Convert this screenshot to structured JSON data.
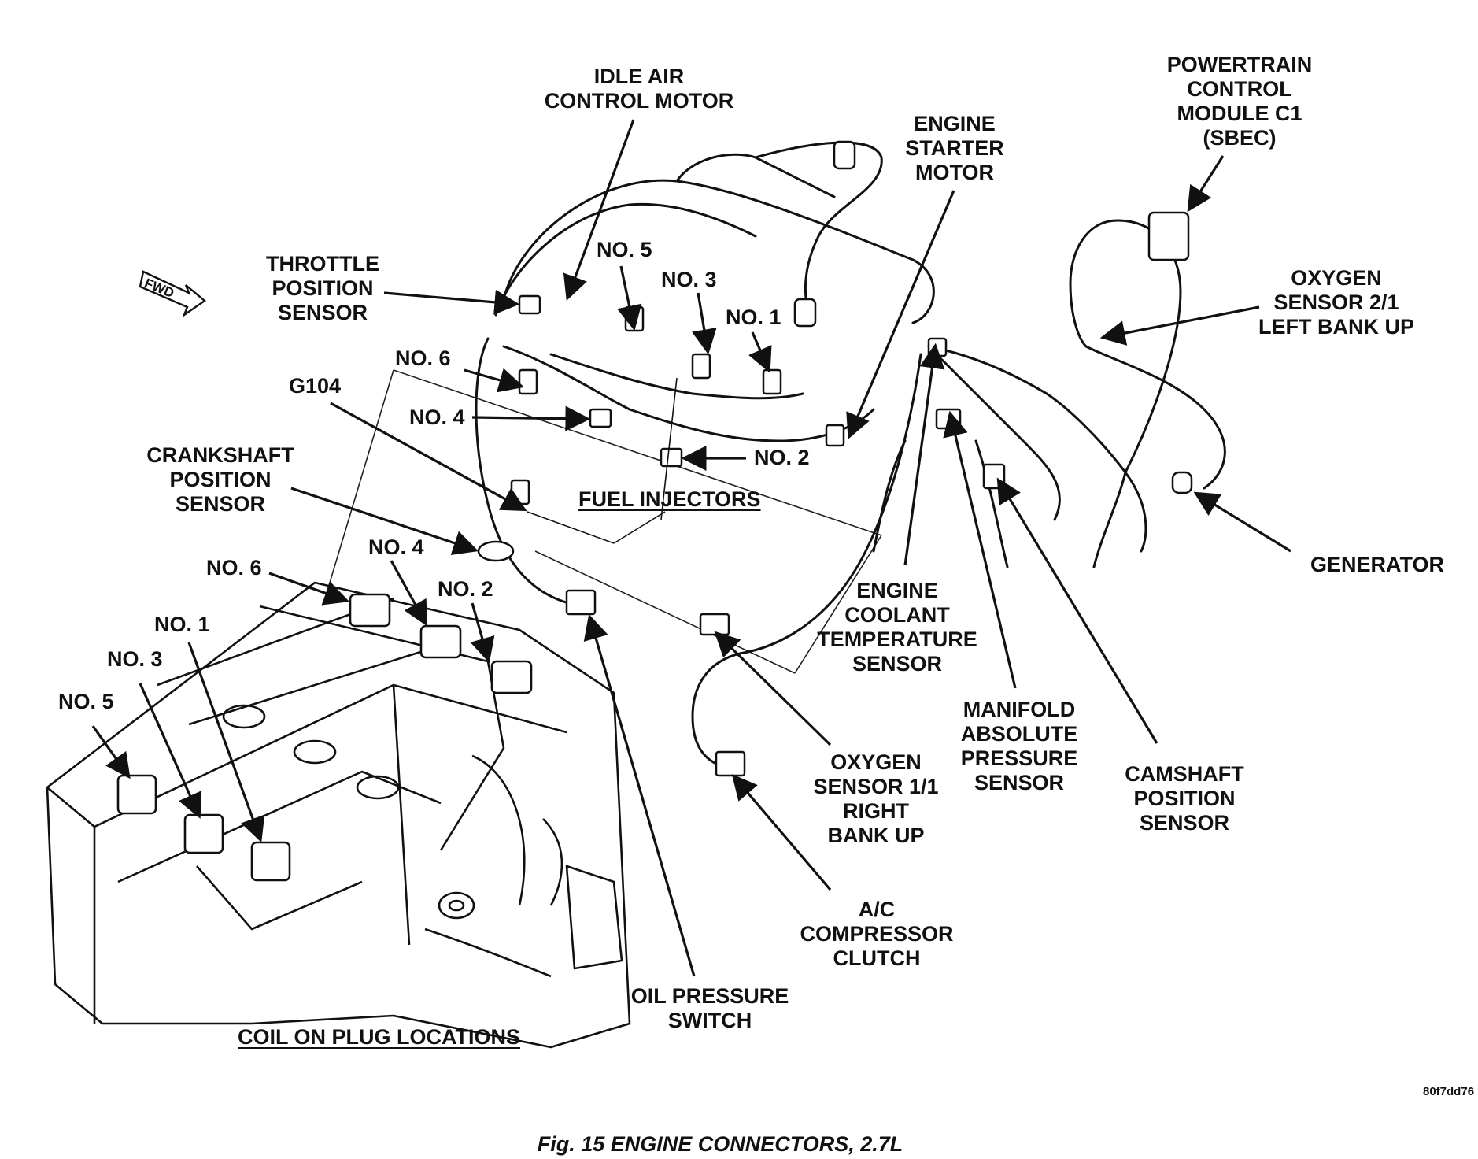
{
  "labels": {
    "idle_air_control_motor": [
      "IDLE AIR",
      "CONTROL MOTOR"
    ],
    "powertrain_control_module": [
      "POWERTRAIN",
      "CONTROL",
      "MODULE C1",
      "(SBEC)"
    ],
    "engine_starter_motor": [
      "ENGINE",
      "STARTER",
      "MOTOR"
    ],
    "throttle_position_sensor": [
      "THROTTLE",
      "POSITION",
      "SENSOR"
    ],
    "oxygen_sensor_2_1": [
      "OXYGEN",
      "SENSOR 2/1",
      "LEFT BANK UP"
    ],
    "g104": "G104",
    "crankshaft_position_sensor": [
      "CRANKSHAFT",
      "POSITION",
      "SENSOR"
    ],
    "generator": "GENERATOR",
    "engine_coolant_temperature_sensor": [
      "ENGINE",
      "COOLANT",
      "TEMPERATURE",
      "SENSOR"
    ],
    "manifold_absolute_pressure_sensor": [
      "MANIFOLD",
      "ABSOLUTE",
      "PRESSURE",
      "SENSOR"
    ],
    "camshaft_position_sensor": [
      "CAMSHAFT",
      "POSITION",
      "SENSOR"
    ],
    "oxygen_sensor_1_1": [
      "OXYGEN",
      "SENSOR 1/1",
      "RIGHT",
      "BANK UP"
    ],
    "ac_compressor_clutch": [
      "A/C",
      "COMPRESSOR",
      "CLUTCH"
    ],
    "oil_pressure_switch": [
      "OIL PRESSURE",
      "SWITCH"
    ]
  },
  "fuel_injectors": {
    "title": "FUEL INJECTORS",
    "no5": "NO. 5",
    "no3": "NO. 3",
    "no1": "NO. 1",
    "no6": "NO. 6",
    "no4": "NO. 4",
    "no2": "NO. 2"
  },
  "coil_on_plug": {
    "title": "COIL ON PLUG LOCATIONS",
    "no6": "NO. 6",
    "no4": "NO. 4",
    "no2": "NO. 2",
    "no1": "NO. 1",
    "no3": "NO. 3",
    "no5": "NO. 5"
  },
  "fwd": "FWD",
  "image_code": "80f7dd76",
  "caption": "Fig. 15 ENGINE CONNECTORS, 2.7L"
}
